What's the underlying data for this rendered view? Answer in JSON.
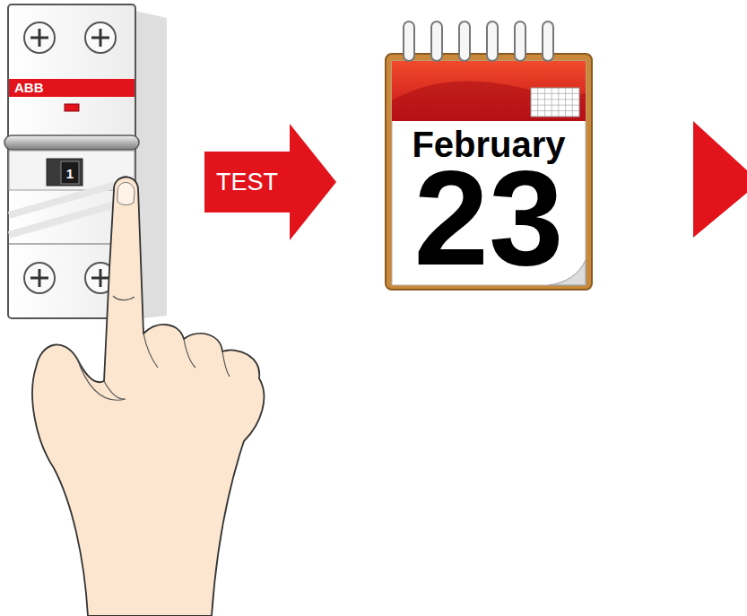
{
  "diagram": {
    "nodes": [
      {
        "text": [
          "ABB",
          "1"
        ]
      },
      {
        "text": [
          "February",
          "23"
        ]
      }
    ],
    "edges": [
      {
        "from": 0,
        "to": 1,
        "arrow": "to",
        "label": "TEST"
      }
    ]
  }
}
